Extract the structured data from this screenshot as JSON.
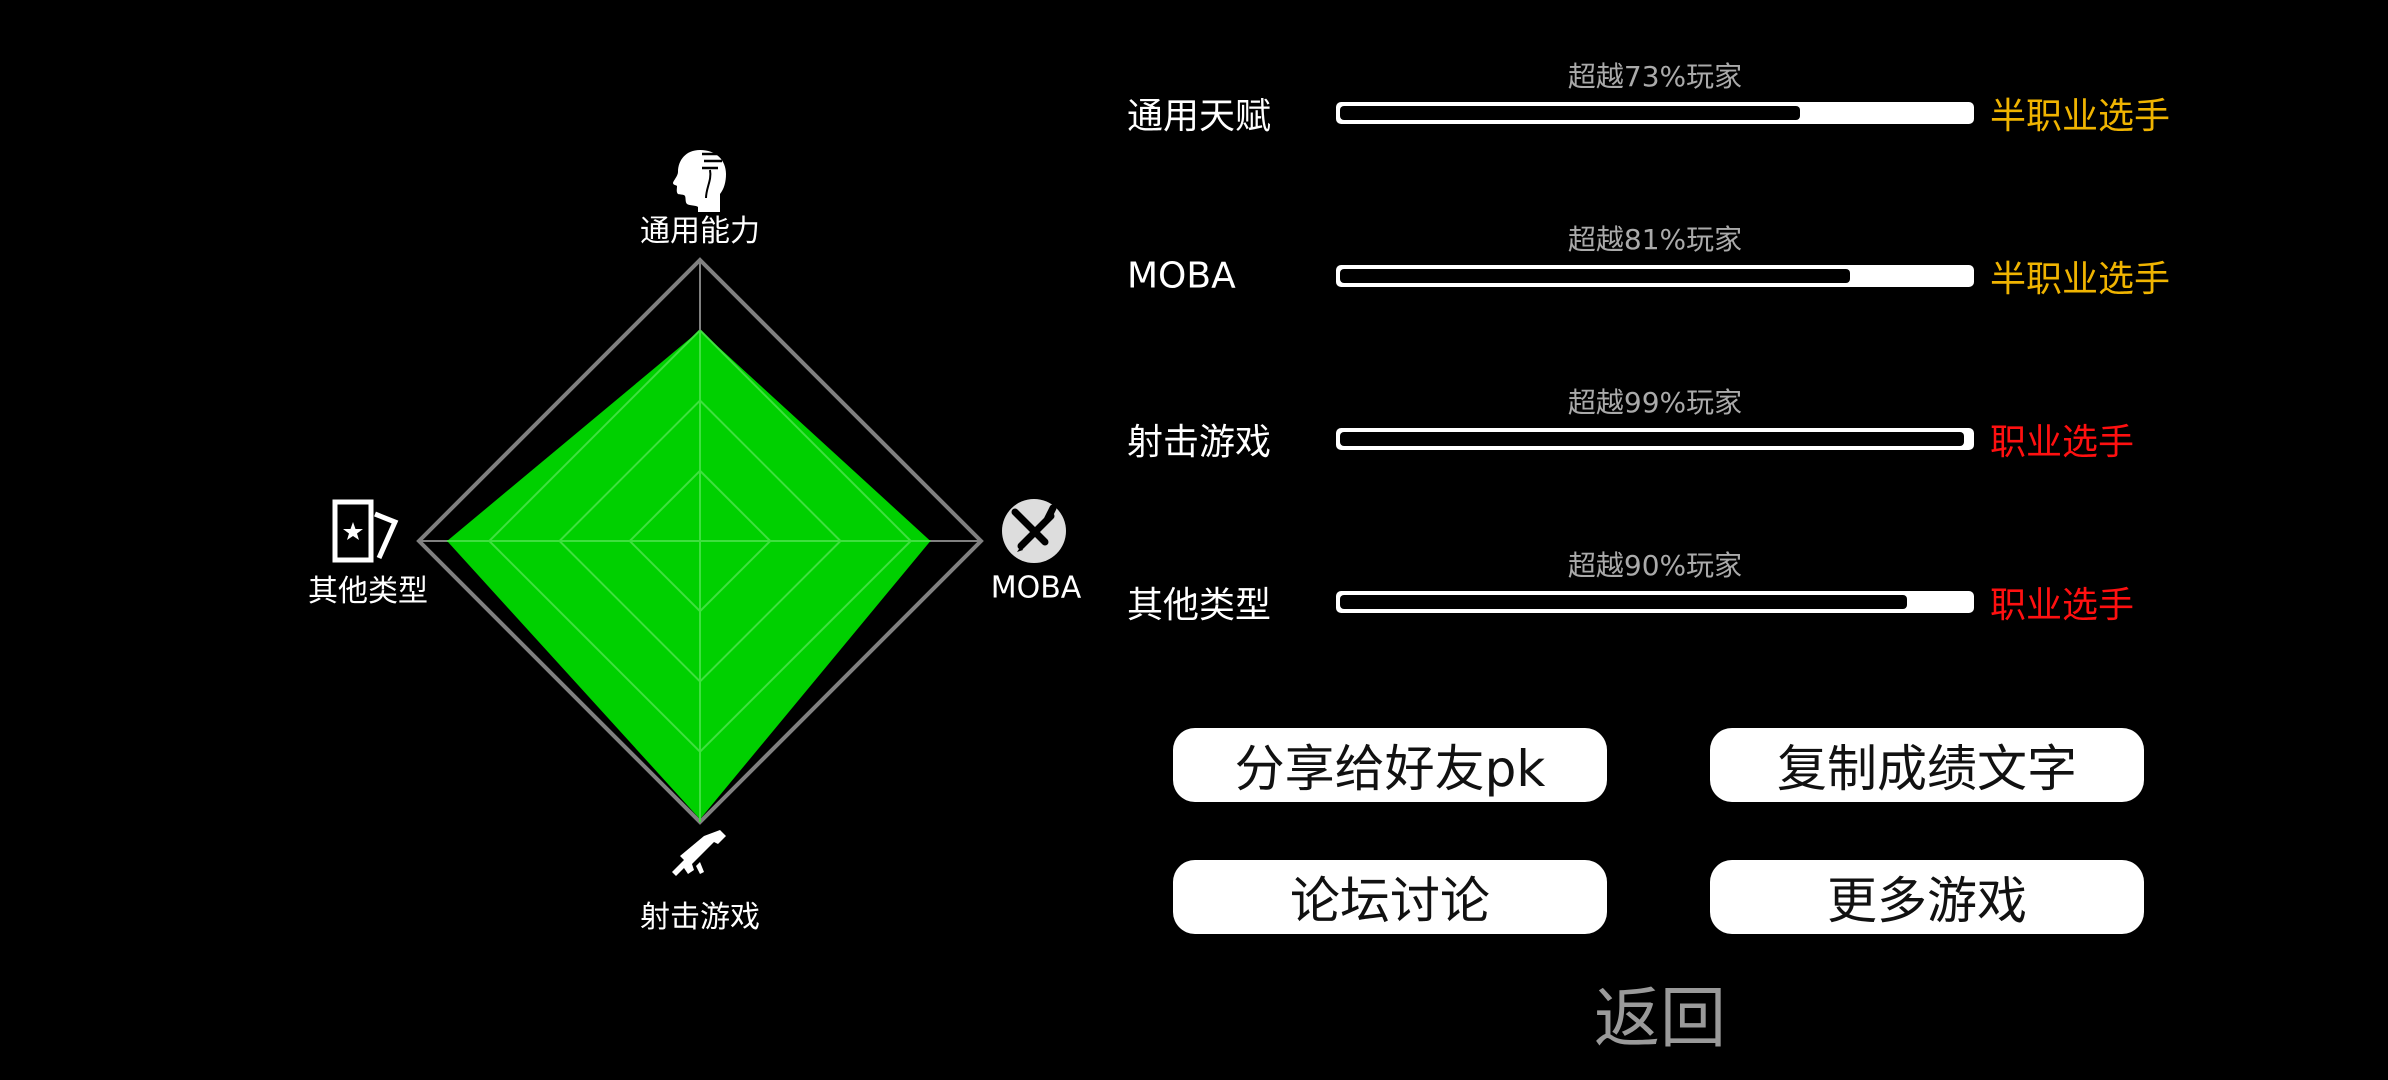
{
  "chart_data": {
    "type": "radar",
    "axes": [
      "通用能力",
      "MOBA",
      "射击游戏",
      "其他类型"
    ],
    "values": [
      0.75,
      0.82,
      0.99,
      0.9
    ],
    "range": [
      0,
      1
    ],
    "grid_levels": 4,
    "fill_color": "#00d000",
    "grid_color": "#808080"
  },
  "radar_icons": [
    "head-icon",
    "moba-swords-icon",
    "gun-icon",
    "cards-icon"
  ],
  "rows": [
    {
      "label": "通用天赋",
      "pct_text": "超越73%玩家",
      "pct": 73,
      "rank": "半职业选手",
      "rank_color": "#f0b400"
    },
    {
      "label": "MOBA",
      "pct_text": "超越81%玩家",
      "pct": 81,
      "rank": "半职业选手",
      "rank_color": "#f0b400"
    },
    {
      "label": "射击游戏",
      "pct_text": "超越99%玩家",
      "pct": 99,
      "rank": "职业选手",
      "rank_color": "#ff1010"
    },
    {
      "label": "其他类型",
      "pct_text": "超越90%玩家",
      "pct": 90,
      "rank": "职业选手",
      "rank_color": "#ff1010"
    }
  ],
  "buttons": {
    "share": "分享给好友pk",
    "copy": "复制成绩文字",
    "forum": "论坛讨论",
    "more": "更多游戏"
  },
  "back": "返回"
}
